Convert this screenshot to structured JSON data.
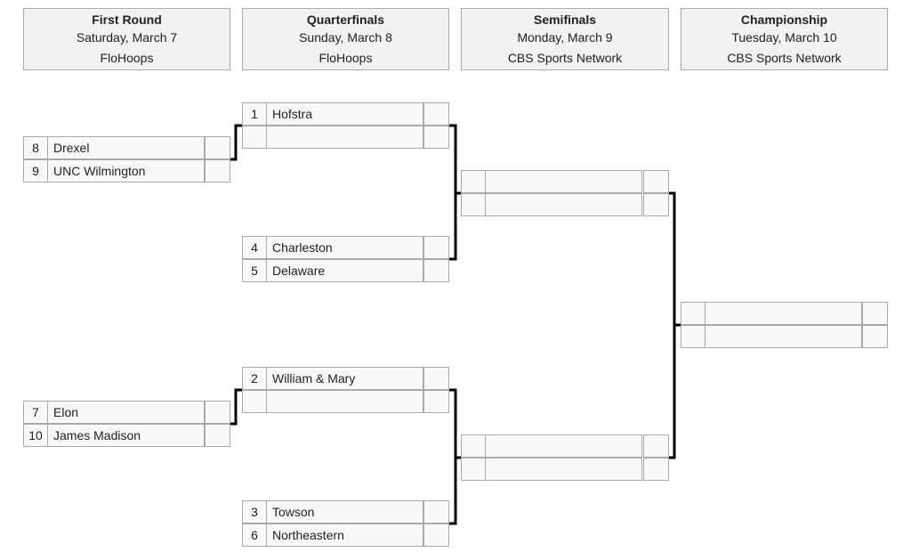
{
  "rounds": [
    {
      "title": "First Round",
      "date": "Saturday, March 7",
      "network": "FloHoops"
    },
    {
      "title": "Quarterfinals",
      "date": "Sunday, March 8",
      "network": "FloHoops"
    },
    {
      "title": "Semifinals",
      "date": "Monday, March 9",
      "network": "CBS Sports Network"
    },
    {
      "title": "Championship",
      "date": "Tuesday, March 10",
      "network": "CBS Sports Network"
    }
  ],
  "first_round": [
    {
      "top": {
        "seed": "8",
        "team": "Drexel",
        "score": ""
      },
      "bottom": {
        "seed": "9",
        "team": "UNC Wilmington",
        "score": ""
      }
    },
    {
      "top": {
        "seed": "7",
        "team": "Elon",
        "score": ""
      },
      "bottom": {
        "seed": "10",
        "team": "James Madison",
        "score": ""
      }
    }
  ],
  "quarterfinals": [
    {
      "top": {
        "seed": "1",
        "team": "Hofstra",
        "score": ""
      },
      "bottom": {
        "seed": "",
        "team": "",
        "score": ""
      }
    },
    {
      "top": {
        "seed": "4",
        "team": "Charleston",
        "score": ""
      },
      "bottom": {
        "seed": "5",
        "team": "Delaware",
        "score": ""
      }
    },
    {
      "top": {
        "seed": "2",
        "team": "William & Mary",
        "score": ""
      },
      "bottom": {
        "seed": "",
        "team": "",
        "score": ""
      }
    },
    {
      "top": {
        "seed": "3",
        "team": "Towson",
        "score": ""
      },
      "bottom": {
        "seed": "6",
        "team": "Northeastern",
        "score": ""
      }
    }
  ],
  "semifinals": [
    {
      "top": {
        "seed": "",
        "team": "",
        "score": ""
      },
      "bottom": {
        "seed": "",
        "team": "",
        "score": ""
      }
    },
    {
      "top": {
        "seed": "",
        "team": "",
        "score": ""
      },
      "bottom": {
        "seed": "",
        "team": "",
        "score": ""
      }
    }
  ],
  "championship": [
    {
      "top": {
        "seed": "",
        "team": "",
        "score": ""
      },
      "bottom": {
        "seed": "",
        "team": "",
        "score": ""
      }
    }
  ]
}
